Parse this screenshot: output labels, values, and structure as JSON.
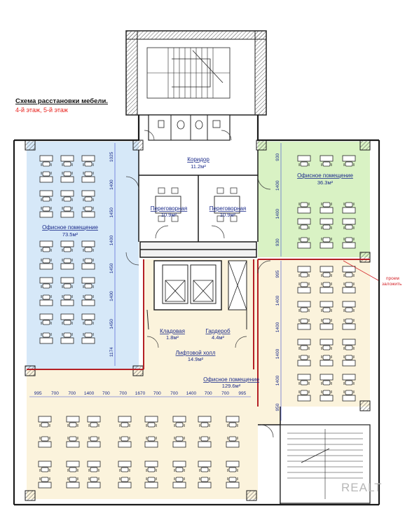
{
  "header": {
    "title": "Схема расстановки мебели.",
    "subtitle": "4-й этаж, 5-й этаж"
  },
  "rooms": {
    "corridor": {
      "name": "Коридор",
      "area": "11.2м²"
    },
    "meeting1": {
      "name": "Переговорная",
      "area": "10.9м²"
    },
    "meeting2": {
      "name": "Переговорная",
      "area": "10.9м²"
    },
    "office_left": {
      "name": "Офисное помещение",
      "area": "73.5м²"
    },
    "office_right": {
      "name": "Офисное помещение",
      "area": "36.3м²"
    },
    "storage": {
      "name": "Кладовая",
      "area": "1.8м²"
    },
    "wardrobe": {
      "name": "Гардероб",
      "area": "4.4м²"
    },
    "lift_hall": {
      "name": "Лифтовой холл",
      "area": "14.9м²"
    },
    "office_bottom": {
      "name": "Офисное помещение",
      "area": "129.6м²"
    }
  },
  "annotation": {
    "line1": "проем",
    "line2": "заложить"
  },
  "dims": {
    "left_vertical": [
      "1025",
      "1400",
      "1450",
      "1400",
      "1450",
      "1400",
      "1450",
      "1174"
    ],
    "right_upper_vertical": [
      "930",
      "1400",
      "1400",
      "930"
    ],
    "right_lower_vertical": [
      "995",
      "1400",
      "1400",
      "1400",
      "1400",
      "950"
    ],
    "bottom_horizontal": [
      "995",
      "700",
      "700",
      "1400",
      "700",
      "700",
      "1670",
      "700",
      "700",
      "1400",
      "700",
      "700",
      "995"
    ]
  },
  "colors": {
    "office_left": "#d6e8f8",
    "office_right": "#d9f2c4",
    "office_bottom": "#fbf3dc",
    "wall": "#1a1a1a",
    "red_wall": "#b52025",
    "label": "#1a2a8a"
  },
  "watermark": "REALT"
}
